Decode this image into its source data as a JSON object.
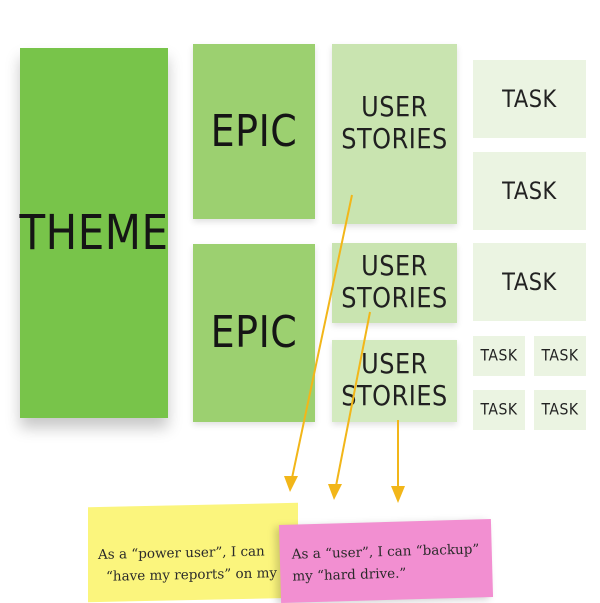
{
  "theme": {
    "label": "THEME"
  },
  "epics": [
    {
      "label": "EPIC"
    },
    {
      "label": "EPIC"
    }
  ],
  "stories": [
    {
      "label": "USER\nSTORIES"
    },
    {
      "label": "USER\nSTORIES"
    },
    {
      "label": "USER\nSTORIES"
    }
  ],
  "tasks": [
    {
      "label": "TASK"
    },
    {
      "label": "TASK"
    },
    {
      "label": "TASK"
    }
  ],
  "small_tasks": [
    {
      "label": "TASK"
    },
    {
      "label": "TASK"
    },
    {
      "label": "TASK"
    },
    {
      "label": "TASK"
    }
  ],
  "story_cards": {
    "yellow": {
      "line1": "As a “power user”, I can",
      "line2": "“have my reports” on my"
    },
    "pink": {
      "line1": "As a “user”, I can “backup”",
      "line2": "my “hard drive.”"
    }
  },
  "colors": {
    "theme": "#78c44a",
    "epic": "#9cd070",
    "story": "#c9e4b0",
    "task": "#ebf4e2",
    "yellow_card": "#fbf57d",
    "pink_card": "#f28fd1",
    "arrow": "#f2b619"
  }
}
